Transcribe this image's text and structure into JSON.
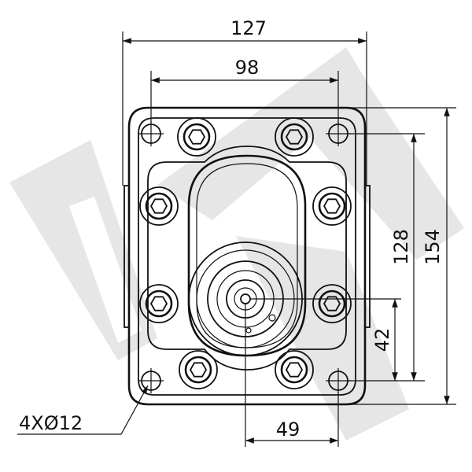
{
  "dimensions": {
    "overall_width": "127",
    "bolt_spacing_width": "98",
    "bolt_spacing_height": "128",
    "overall_height": "154",
    "shaft_height": "42",
    "shaft_offset": "49",
    "hole_callout": "4XØ12"
  },
  "colors": {
    "line": "#111111",
    "watermark": "#e6e6e6",
    "background": "#ffffff"
  }
}
